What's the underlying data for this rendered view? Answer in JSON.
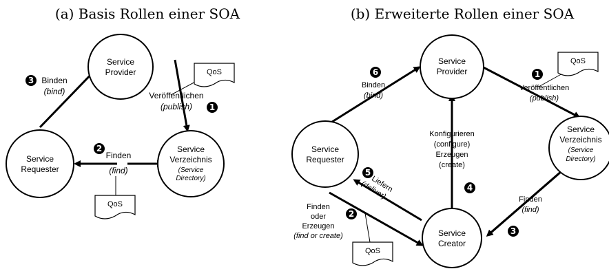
{
  "left": {
    "caption": "(a) Basis Rollen einer SOA",
    "provider": [
      "Service",
      "Provider"
    ],
    "requester": [
      "Service",
      "Requester"
    ],
    "registry": [
      "Service",
      "Verzeichnis"
    ],
    "registry_sub": [
      "(Service",
      "Directory)"
    ],
    "publish": {
      "num": "1",
      "label": "Veröffentlichen",
      "sub": "(publish)"
    },
    "find": {
      "num": "2",
      "label": "Finden",
      "sub": "(find)"
    },
    "bind": {
      "num": "3",
      "label": "Binden",
      "sub": "(bind)"
    },
    "qos": "QoS"
  },
  "right": {
    "caption": "(b) Erweiterte Rollen einer SOA",
    "provider": [
      "Service",
      "Provider"
    ],
    "requester": [
      "Service",
      "Requester"
    ],
    "registry": [
      "Service",
      "Verzeichnis"
    ],
    "registry_sub": [
      "(Service",
      "Directory)"
    ],
    "creator": [
      "Service",
      "Creator"
    ],
    "publish": {
      "num": "1",
      "label": "Veröffentlichen",
      "sub": "(publish)"
    },
    "find_create": {
      "num": "2",
      "lines": [
        "Finden",
        "oder",
        "Erzeugen"
      ],
      "sub": "(find or create)"
    },
    "find": {
      "num": "3",
      "label": "Finden",
      "sub": "(find)"
    },
    "configure": {
      "num": "4",
      "lines": [
        "Konfigurieren",
        "(configure)",
        "Erzeugen",
        "(create)"
      ]
    },
    "deliver": {
      "num": "5",
      "label": "Liefern",
      "sub": "(deliver)"
    },
    "bind": {
      "num": "6",
      "label": "Binden",
      "sub": "(bind)"
    },
    "qos": "QoS"
  }
}
